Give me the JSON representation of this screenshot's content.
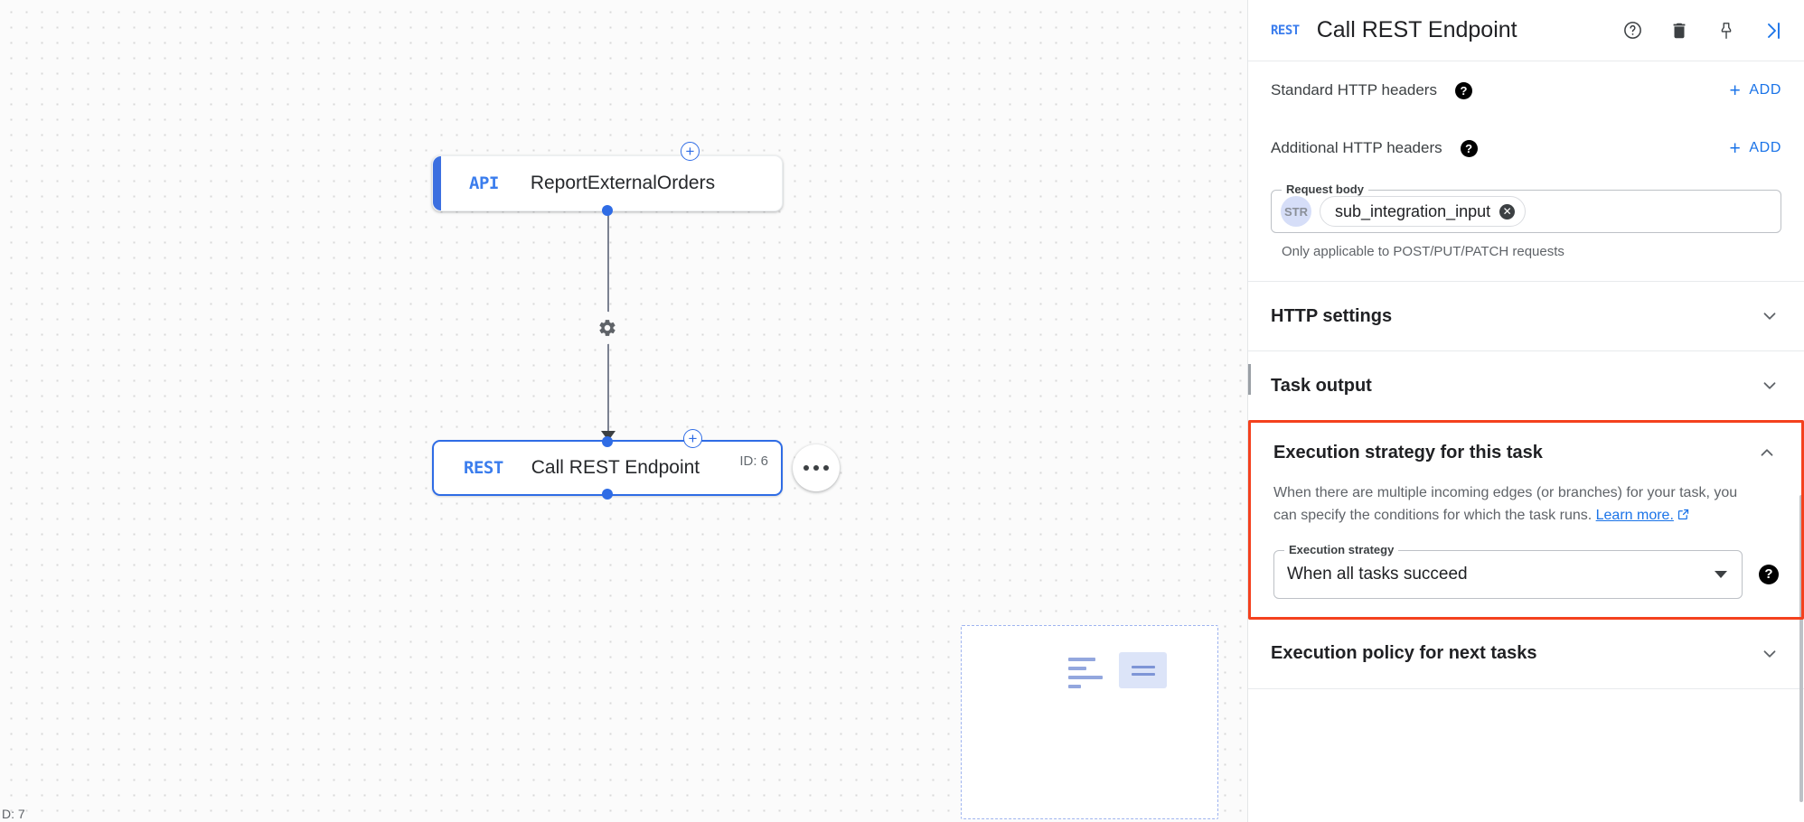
{
  "canvas": {
    "nodes": [
      {
        "type_badge": "API",
        "label": "ReportExternalOrders",
        "id_label": ""
      },
      {
        "type_badge": "REST",
        "label": "Call REST Endpoint",
        "id_label": "ID: 6"
      }
    ],
    "add_node_button_label": "+",
    "gear_icon": "settings-icon",
    "kebab_label": "more-options",
    "footer_text": "D: 7"
  },
  "panel": {
    "header": {
      "badge": "REST",
      "title": "Call REST Endpoint",
      "icons": [
        "help-outline-icon",
        "delete-icon",
        "pin-icon",
        "collapse-panel-icon"
      ]
    },
    "standard_headers": {
      "label": "Standard HTTP headers",
      "help": "?",
      "add_label": "ADD",
      "add_plus": "+"
    },
    "additional_headers": {
      "label": "Additional HTTP headers",
      "help": "?",
      "add_label": "ADD",
      "add_plus": "+"
    },
    "request_body": {
      "legend": "Request body",
      "chip_type": "STR",
      "chip_value": "sub_integration_input",
      "chip_remove": "✕",
      "helper": "Only applicable to POST/PUT/PATCH requests"
    },
    "sections": {
      "http_settings": {
        "title": "HTTP settings",
        "chevron": "chevron-down"
      },
      "task_output": {
        "title": "Task output",
        "chevron": "chevron-down"
      },
      "execution_strategy": {
        "title": "Execution strategy for this task",
        "chevron": "chevron-up",
        "description_part1": "When there are multiple incoming edges (or branches) for your task, you can specify the conditions for which the task runs. ",
        "link_text": "Learn more.",
        "field_legend": "Execution strategy",
        "field_value": "When all tasks succeed",
        "help": "?"
      },
      "execution_policy": {
        "title": "Execution policy for next tasks",
        "chevron": "chevron-down"
      }
    }
  },
  "colors": {
    "accent_blue": "#1a73e8",
    "node_blue": "#2f6ce5",
    "highlight_red": "#f4411e",
    "text_primary": "#202124",
    "text_secondary": "#5f6368"
  }
}
